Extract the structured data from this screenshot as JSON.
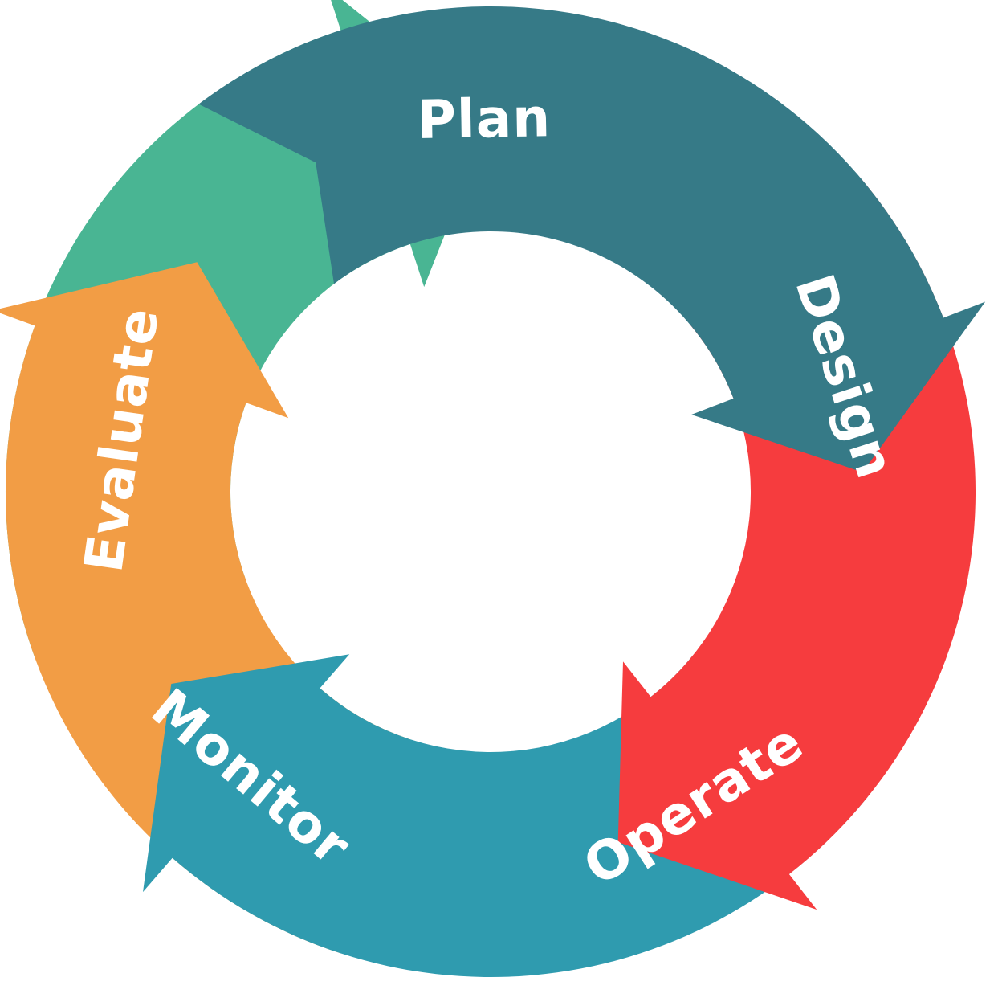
{
  "diagram": {
    "type": "cycle",
    "direction": "clockwise",
    "stages": [
      {
        "id": "plan",
        "label": "Plan",
        "color": "#367A87"
      },
      {
        "id": "design",
        "label": "Design",
        "color": "#F63C3E"
      },
      {
        "id": "operate",
        "label": "Operate",
        "color": "#2F9BAF"
      },
      {
        "id": "monitor",
        "label": "Monitor",
        "color": "#F29D45"
      },
      {
        "id": "evaluate",
        "label": "Evaluate",
        "color": "#49B593"
      }
    ]
  }
}
